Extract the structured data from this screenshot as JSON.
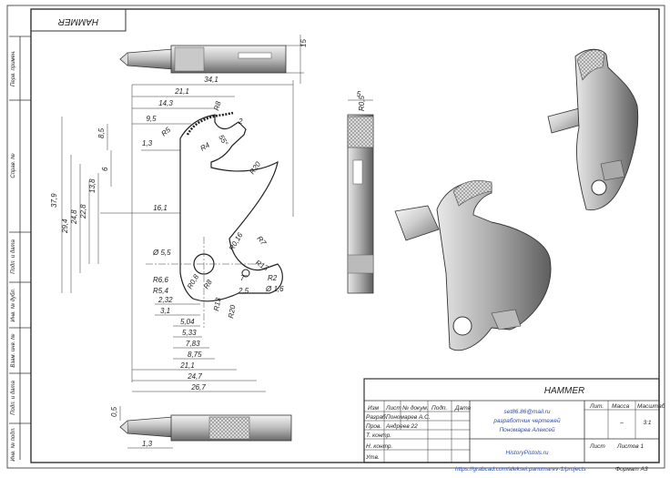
{
  "drawing": {
    "stamp_title": "HAMMER",
    "format": "Формат А3",
    "website": "HistoryPistols.ru",
    "url": "https://grabcad.com/aleksei.panomarev-1/projects"
  },
  "side_strip": [
    "Перв. примен.",
    "Справ. №",
    "Подп. и дата",
    "Инв. № дубл.",
    "Взам. инв. №",
    "Подп. и дата",
    "Инв. № подл."
  ],
  "title_block": {
    "name": "HAMMER",
    "email": "set86.86@mail.ru",
    "author_line1": "разработчик чертежей",
    "author_line2": "Пономарев Алексей",
    "cols": [
      "Изм",
      "Лист",
      "№ докум.",
      "Подп.",
      "Дата"
    ],
    "rows": [
      {
        "label": "Разраб.",
        "name": "Пономарев А.С."
      },
      {
        "label": "Пров.",
        "name": "Андреев 22"
      },
      {
        "label": "Т. контр.",
        "name": ""
      },
      {
        "label": "Н. контр.",
        "name": ""
      },
      {
        "label": "Утв.",
        "name": ""
      }
    ],
    "lit_label": "Лит.",
    "mass_label": "Масса",
    "scale_label": "Масштаб",
    "mass_value": "–",
    "scale_value": "3:1",
    "sheet_label": "Лист",
    "sheets_label": "Листов 1"
  },
  "dimensions": {
    "top_width": "34,1",
    "d1": "21,1",
    "d2": "14,3",
    "d3": "9,5",
    "d4": "1,3",
    "h1": "8,5",
    "h2": "6",
    "r1": "R5",
    "r2": "R4",
    "r3": "R8",
    "r4": "55°",
    "d5": "2",
    "r5": "R20",
    "bore": "16,1",
    "v1": "37,9",
    "v2": "29,4",
    "v3": "24,8",
    "v4": "22,8",
    "v5": "13,8",
    "hole": "Ø 5,5",
    "r6": "R6,6",
    "r7": "R5,4",
    "b1": "2,32",
    "b2": "3,1",
    "b3": "5,04",
    "b4": "5,33",
    "b5": "7,83",
    "b6": "8,75",
    "b7": "21,1",
    "b8": "24,7",
    "b9": "26,7",
    "r8": "R0,8",
    "r9": "R8",
    "r10": "R13",
    "r11": "R20",
    "r12": "R7",
    "r13": "R13",
    "r14": "R2",
    "r15": "R0,16",
    "d16": "Ø 1,6",
    "d17": "2,5",
    "d18": "7°",
    "top_h": "15",
    "side_w": "5",
    "side_r": "R0,5",
    "bot_h": "0,5",
    "bot_w": "1,3"
  }
}
